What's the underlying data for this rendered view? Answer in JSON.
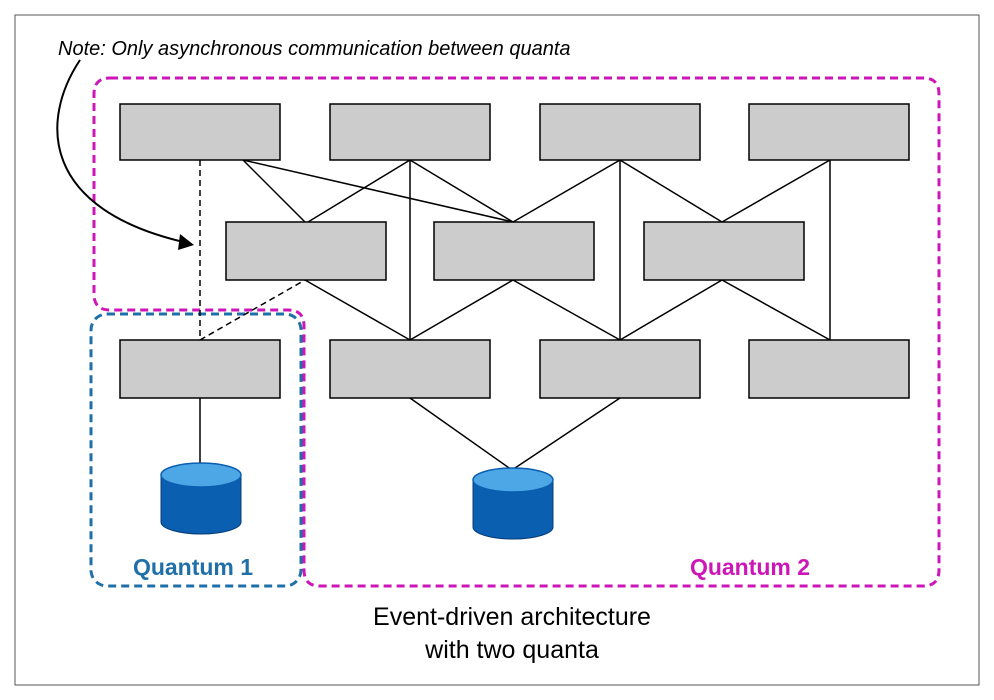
{
  "note": "Note: Only asynchronous communication between quanta",
  "quanta": [
    {
      "label": "Quantum 1",
      "color": "#1f6fa8"
    },
    {
      "label": "Quantum 2",
      "color": "#cc16b8"
    }
  ],
  "caption": {
    "line1": "Event-driven architecture",
    "line2": "with two quanta"
  },
  "colors": {
    "service_fill": "#cccccc",
    "database_fill": "#0b5fb0",
    "database_top": "#4da6e6",
    "line": "#000000"
  }
}
